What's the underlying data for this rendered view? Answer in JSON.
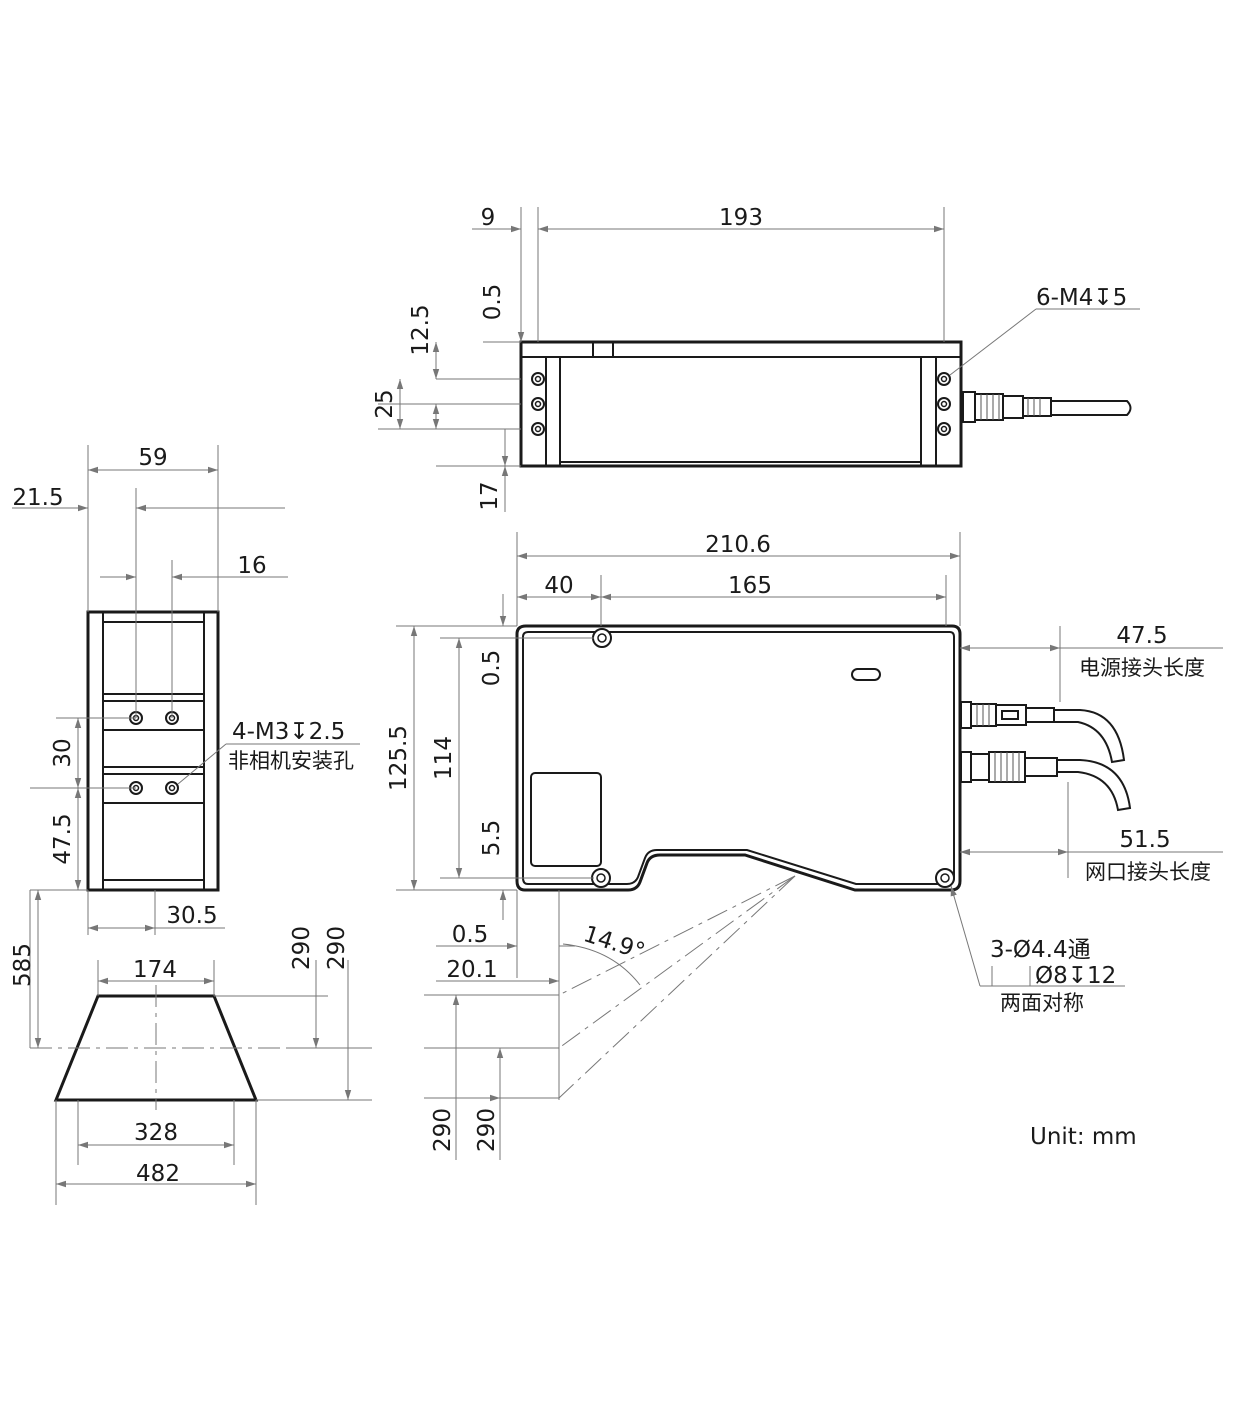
{
  "dimensions": {
    "top_9": "9",
    "top_193": "193",
    "top_0_5": "0.5",
    "top_12_5": "12.5",
    "top_25": "25",
    "top_17": "17",
    "top_thread": "6-M4↧5",
    "side_59": "59",
    "side_21_5": "21.5",
    "side_16": "16",
    "side_30": "30",
    "side_47_5": "47.5",
    "side_30_5": "30.5",
    "side_thread": "4-M3↧2.5",
    "side_thread_note": "非相机安装孔",
    "front_210_6": "210.6",
    "front_40": "40",
    "front_165": "165",
    "front_125_5": "125.5",
    "front_114": "114",
    "front_0_5_top": "0.5",
    "front_5_5": "5.5",
    "front_47_5": "47.5",
    "front_power_len": "电源接头长度",
    "front_51_5": "51.5",
    "front_net_len": "网口接头长度",
    "front_hole": "3-Ø4.4通",
    "front_cbore": "Ø8↧12",
    "front_sym": "两面对称",
    "front_angle": "14.9°",
    "front_0_5_bot": "0.5",
    "front_20_1": "20.1",
    "fov_290_left": "290",
    "fov_290_right": "290",
    "fov_585": "585",
    "fov_174": "174",
    "fov_328": "328",
    "fov_482": "482",
    "fov_290_a": "290",
    "fov_290_b": "290"
  },
  "unit_label": "Unit: mm",
  "colors": {
    "line": "#1a1a1a",
    "dimension": "#777777"
  }
}
